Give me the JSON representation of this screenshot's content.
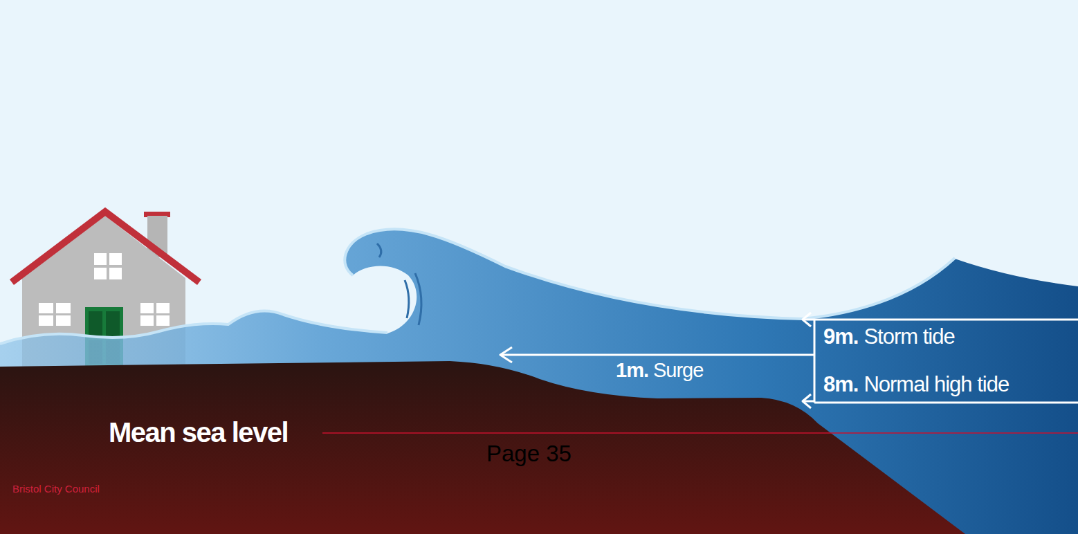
{
  "diagram": {
    "labels": [
      "9m.",
      "Storm tide",
      "8m.",
      "Normal high tide",
      "1m.",
      "Surge",
      "Mean sea level",
      "Page 35",
      "Bristol City Council"
    ]
  }
}
